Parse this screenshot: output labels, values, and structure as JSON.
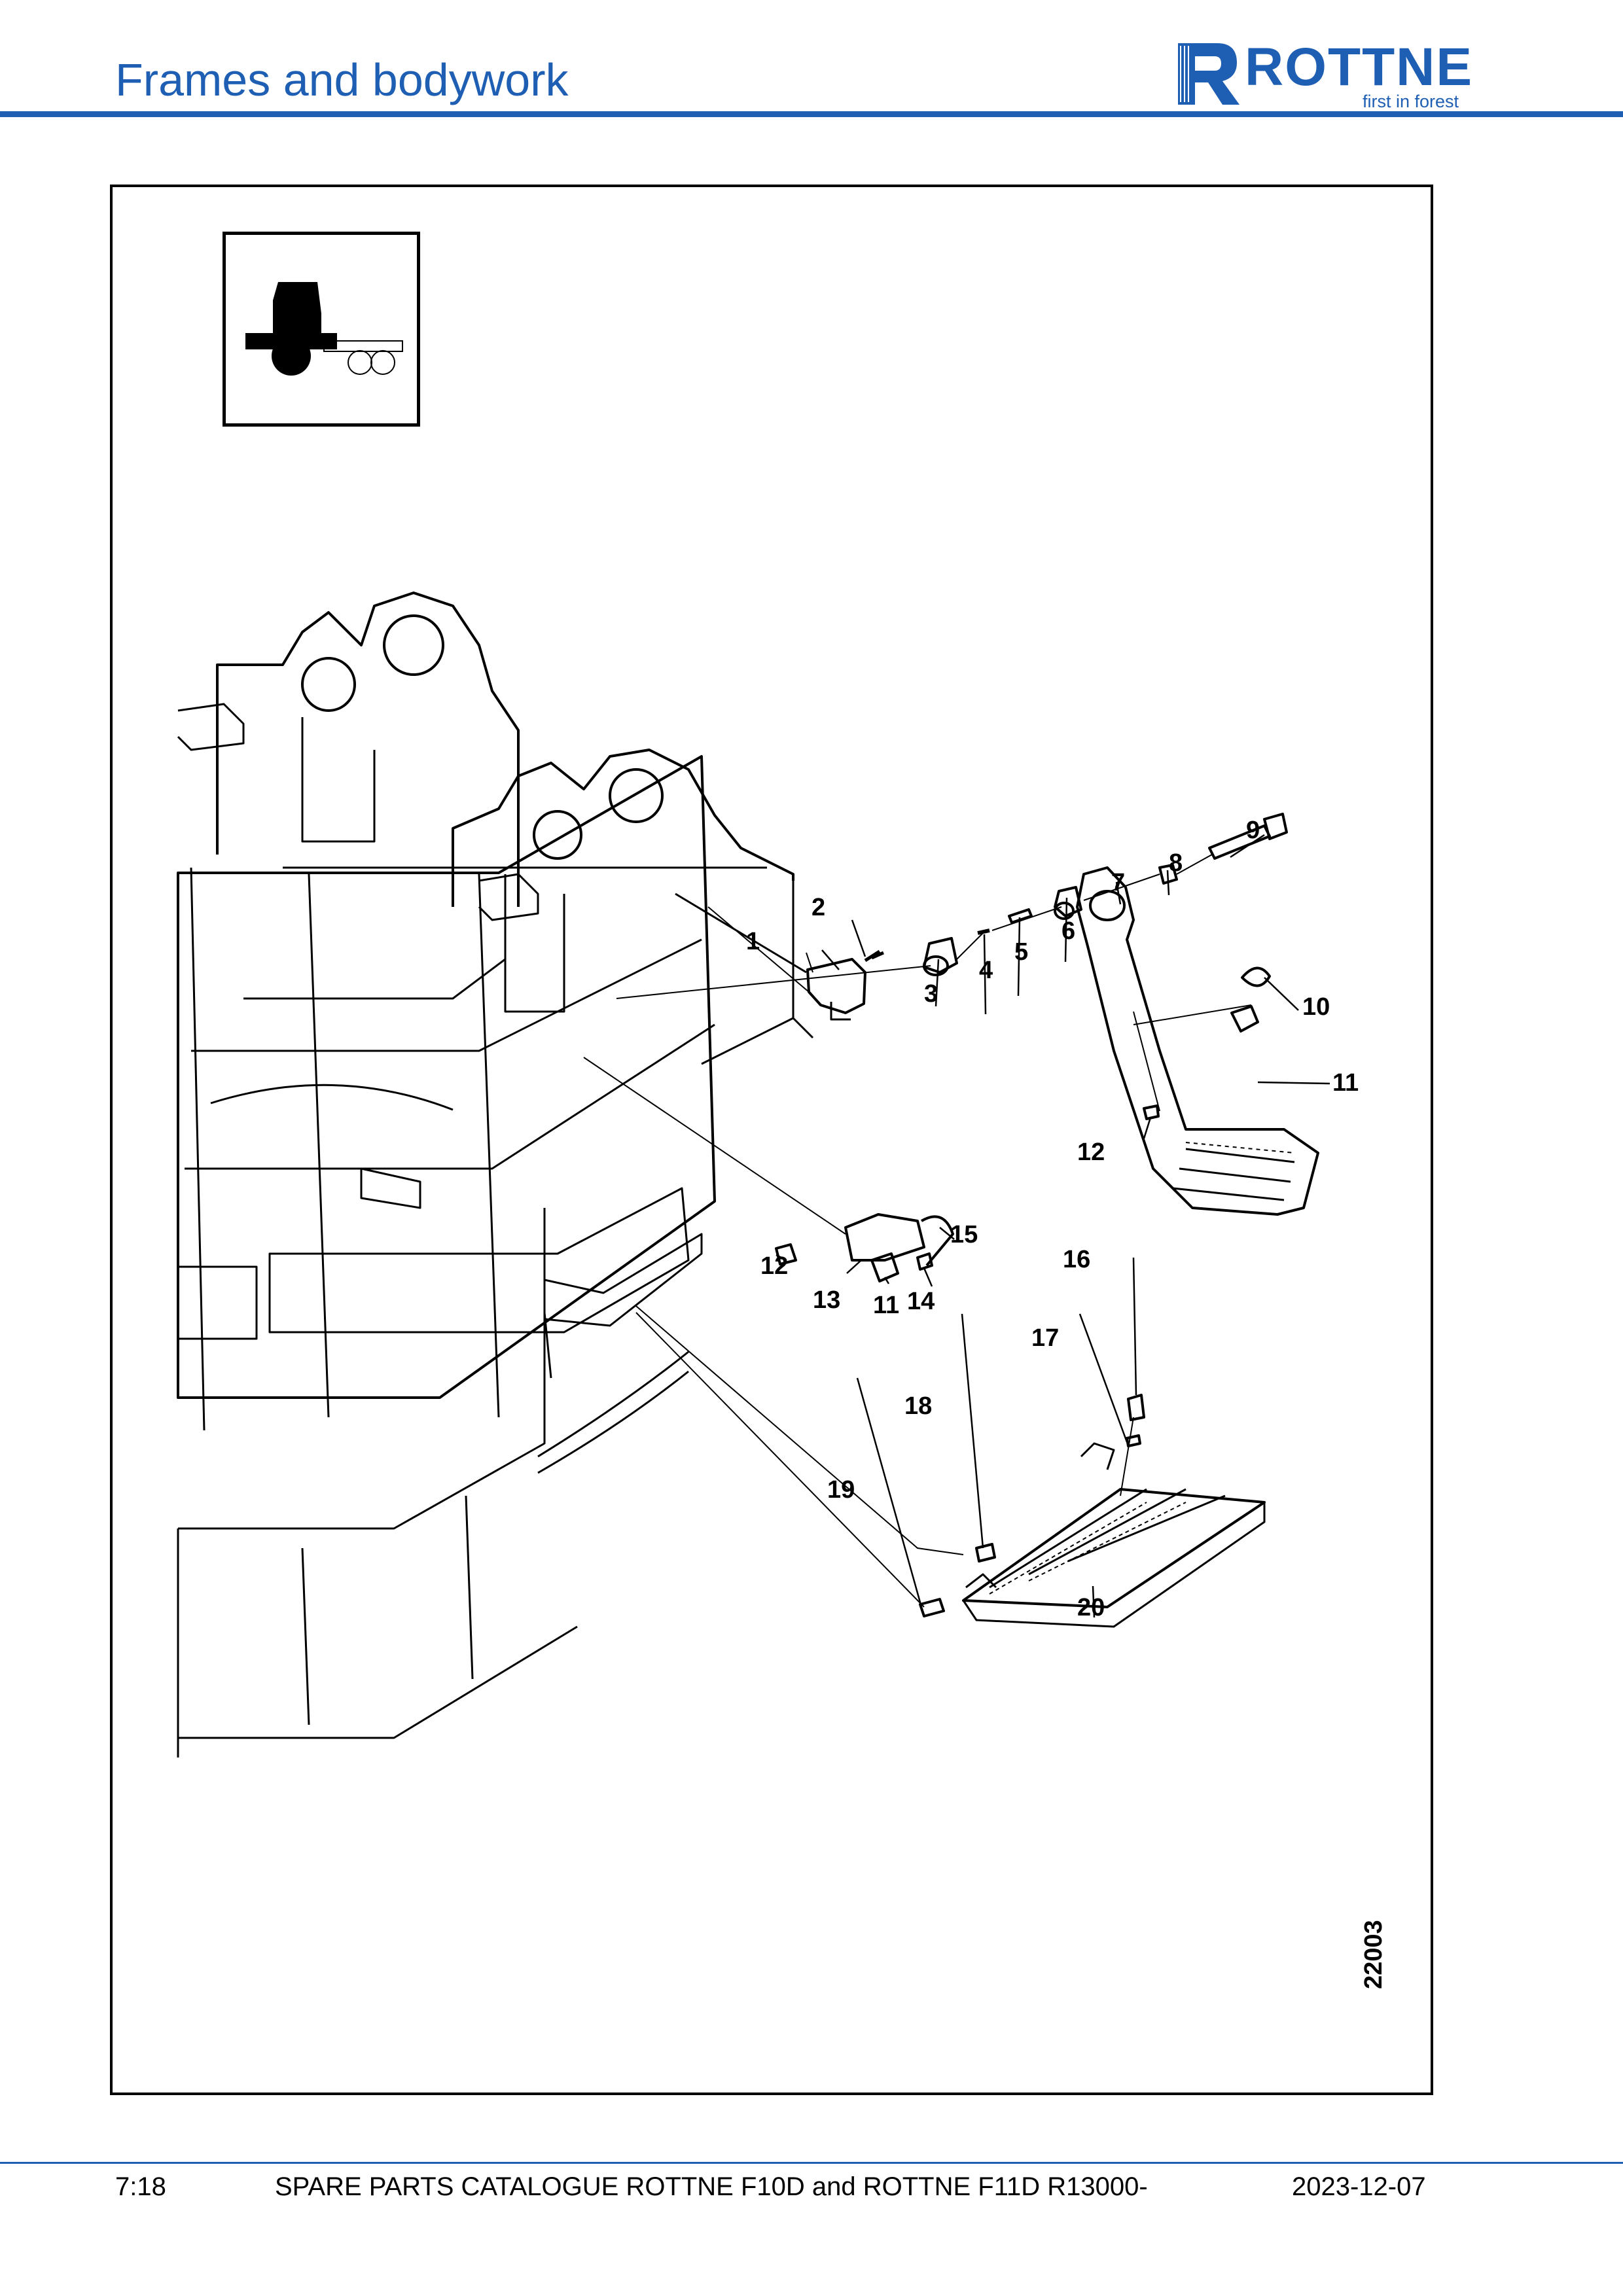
{
  "header": {
    "title": "Frames and bodywork",
    "brand_color": "#1e5fb4"
  },
  "logo": {
    "name": "ROTTNE",
    "tagline": "first in forest"
  },
  "thumbnail": {
    "icon": "machine-front-section-icon"
  },
  "diagram": {
    "drawing_number": "22003",
    "callouts": [
      "1",
      "2",
      "3",
      "4",
      "5",
      "6",
      "7",
      "8",
      "9",
      "10",
      "11",
      "11",
      "12",
      "12",
      "13",
      "14",
      "15",
      "16",
      "17",
      "18",
      "19",
      "20"
    ]
  },
  "footer": {
    "page": "7:18",
    "catalogue": "SPARE PARTS CATALOGUE ROTTNE F10D and ROTTNE F11D R13000-",
    "date": "2023-12-07"
  }
}
